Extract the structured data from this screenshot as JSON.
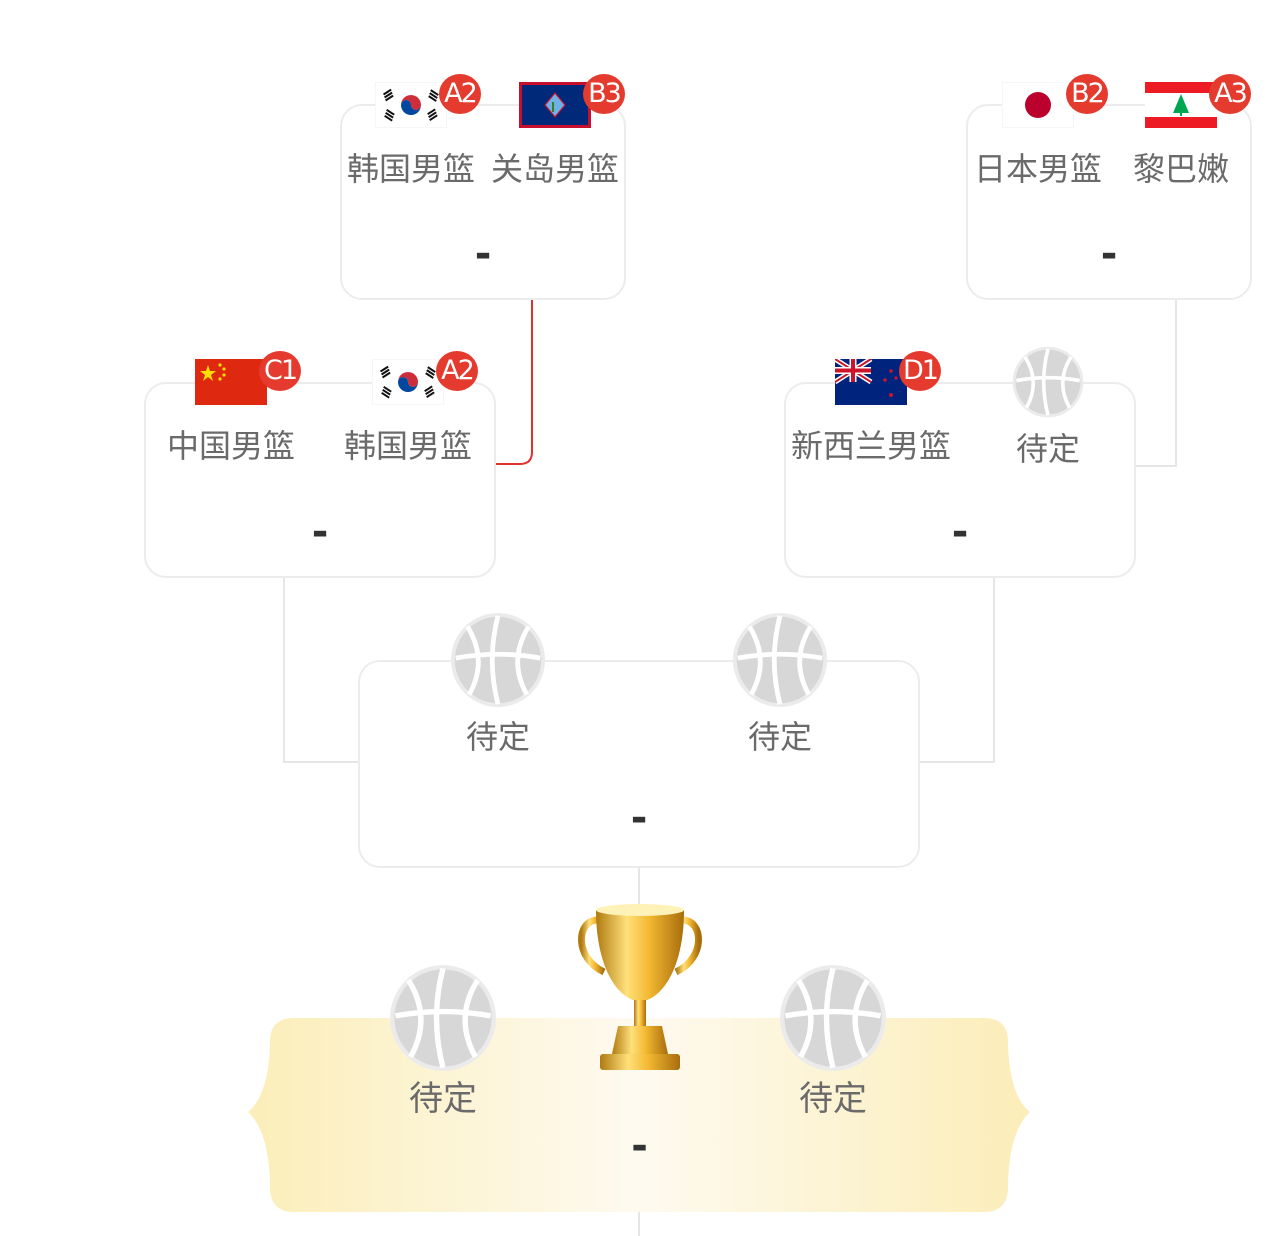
{
  "colors": {
    "seed_badge": "#e43b2e",
    "winner_line": "#e0302a",
    "connector": "#e6e6e6",
    "final_glow": "#fbedb8"
  },
  "semi_left": {
    "team1": {
      "name": "韩国男篮",
      "seed": "A2",
      "flag": "korea-flag-icon"
    },
    "team2": {
      "name": "关岛男篮",
      "seed": "B3",
      "flag": "guam-flag-icon"
    },
    "score": "-"
  },
  "semi_right": {
    "team1": {
      "name": "日本男篮",
      "seed": "B2",
      "flag": "japan-flag-icon"
    },
    "team2": {
      "name": "黎巴嫩",
      "seed": "A3",
      "flag": "lebanon-flag-icon"
    },
    "score": "-"
  },
  "qf_left": {
    "team1": {
      "name": "中国男篮",
      "seed": "C1",
      "flag": "china-flag-icon"
    },
    "team2": {
      "name": "韩国男篮",
      "seed": "A2",
      "flag": "korea-flag-icon"
    },
    "score": "-"
  },
  "qf_right": {
    "team1": {
      "name": "新西兰男篮",
      "seed": "D1",
      "flag": "new-zealand-flag-icon"
    },
    "team2": {
      "name": "待定",
      "flag": "basketball-icon"
    },
    "score": "-"
  },
  "semi_final": {
    "team1": {
      "name": "待定",
      "flag": "basketball-icon"
    },
    "team2": {
      "name": "待定",
      "flag": "basketball-icon"
    },
    "score": "-"
  },
  "final": {
    "team1": {
      "name": "待定",
      "flag": "basketball-icon"
    },
    "team2": {
      "name": "待定",
      "flag": "basketball-icon"
    },
    "score": "-",
    "trophy": "trophy-icon"
  }
}
